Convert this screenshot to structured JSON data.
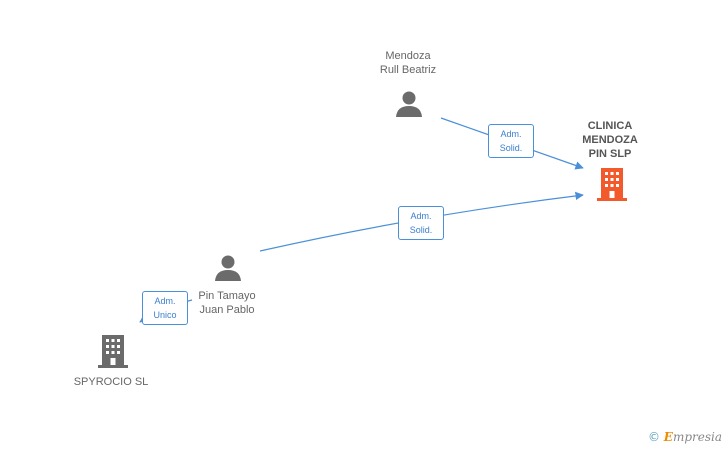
{
  "nodes": {
    "mendoza_rull": {
      "line1": "Mendoza",
      "line2": "Rull Beatriz"
    },
    "clinica": {
      "line1": "CLINICA",
      "line2": "MENDOZA",
      "line3": "PIN SLP"
    },
    "pin_tamayo": {
      "line1": "Pin Tamayo",
      "line2": "Juan Pablo"
    },
    "spyrocio": {
      "line1": "SPYROCIO SL"
    }
  },
  "edges": {
    "e1": {
      "line1": "Adm.",
      "line2": "Solid."
    },
    "e2": {
      "line1": "Adm.",
      "line2": "Solid."
    },
    "e3": {
      "line1": "Adm.",
      "line2": "Unico"
    }
  },
  "colors": {
    "person": "#6b6b6b",
    "company": "#6b6b6b",
    "highlight_company": "#f2592b",
    "edge": "#4a90d9"
  },
  "watermark": {
    "symbol": "©",
    "brand_initial": "E",
    "brand_rest": "mpresia"
  }
}
